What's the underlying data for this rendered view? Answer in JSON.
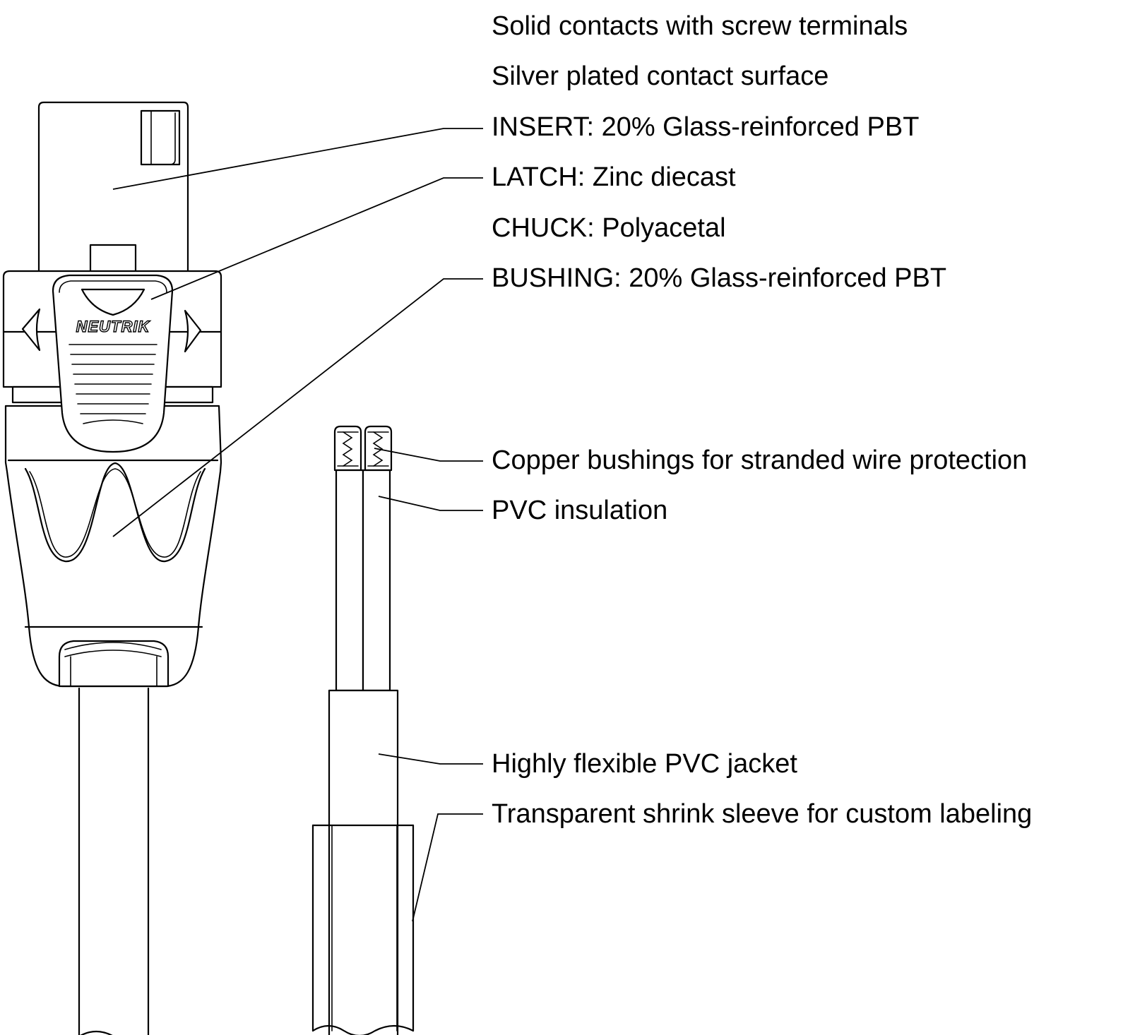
{
  "brand_text": "NEUTRIK",
  "callouts": [
    {
      "id": "contacts",
      "text": "Solid contacts with screw terminals",
      "has_leader": false
    },
    {
      "id": "plating",
      "text": "Silver plated contact surface",
      "has_leader": false
    },
    {
      "id": "insert",
      "text": "INSERT: 20% Glass-reinforced PBT",
      "has_leader": true
    },
    {
      "id": "latch",
      "text": "LATCH: Zinc diecast",
      "has_leader": true
    },
    {
      "id": "chuck",
      "text": "CHUCK: Polyacetal",
      "has_leader": false
    },
    {
      "id": "bushing",
      "text": "BUSHING: 20% Glass-reinforced PBT",
      "has_leader": true
    },
    {
      "id": "copper",
      "text": "Copper bushings for stranded wire protection",
      "has_leader": true
    },
    {
      "id": "pvc-insulation",
      "text": "PVC insulation",
      "has_leader": true
    },
    {
      "id": "jacket",
      "text": "Highly flexible PVC jacket",
      "has_leader": true
    },
    {
      "id": "sleeve",
      "text": "Transparent shrink sleeve for custom labeling",
      "has_leader": true
    }
  ]
}
